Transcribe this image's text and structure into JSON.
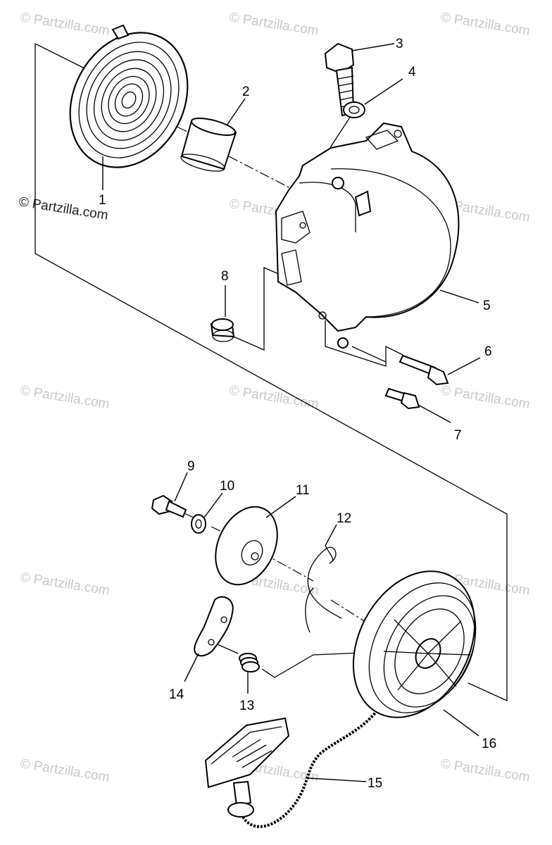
{
  "watermark": {
    "text": "© Partzilla.com",
    "corner_text": "© Partzilla.com"
  },
  "callouts": [
    "1",
    "2",
    "3",
    "4",
    "5",
    "6",
    "7",
    "8",
    "9",
    "10",
    "11",
    "12",
    "13",
    "14",
    "15",
    "16"
  ]
}
